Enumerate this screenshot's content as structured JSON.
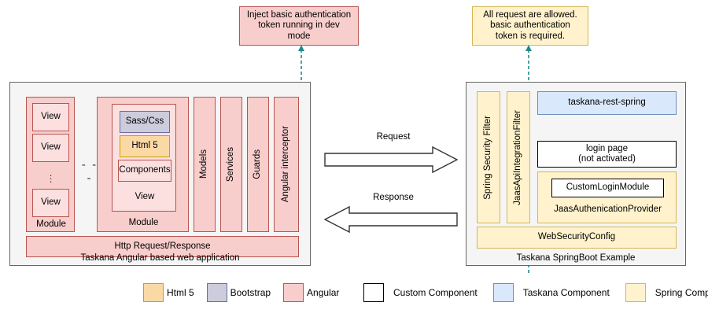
{
  "annotations": [
    {
      "id": "inject-token",
      "text": "Inject basic authentication\ntoken running in dev\nmode",
      "style": "angular"
    },
    {
      "id": "all-requests",
      "text": "All request are allowed.\nbasic authentication\ntoken is required.",
      "style": "spring"
    }
  ],
  "left_panel": {
    "caption": "Taskana Angular based web application",
    "module_a": {
      "label": "Module",
      "views": [
        "View",
        "View",
        "View"
      ],
      "ellipsis": "vertical-dots"
    },
    "ellipsis_between_modules": "- - -",
    "module_b": {
      "label": "Module",
      "view_label": "View",
      "children": [
        {
          "label": "Sass/Css",
          "style": "bootstrap"
        },
        {
          "label": "Html 5",
          "style": "html5"
        },
        {
          "label": "Components",
          "style": "angular"
        }
      ]
    },
    "columns": [
      "Models",
      "Services",
      "Guards",
      "Angular interceptor"
    ],
    "http_bar": "Http Request/Response"
  },
  "arrows": {
    "request_label": "Request",
    "response_label": "Response"
  },
  "right_panel": {
    "caption": "Taskana SpringBoot Example",
    "filters": [
      "Spring Security Filter",
      "JaasApiIntegrationFilter"
    ],
    "rest": "taskana-rest-spring",
    "login_page": "login page\n(not activated)",
    "auth_provider": {
      "label": "JaasAuthenicationProvider",
      "child": "CustomLoginModule"
    },
    "web_security_config": "WebSecurityConfig"
  },
  "legend": {
    "group_left": [
      {
        "label": "Html 5",
        "fill": "#fad9a5",
        "stroke": "#d79b00"
      },
      {
        "label": "Bootstrap",
        "fill": "#ccccdd",
        "stroke": "#6c6c9c"
      },
      {
        "label": "Angular",
        "fill": "#f8cecc",
        "stroke": "#b85450"
      }
    ],
    "group_right": [
      {
        "label": "Custom Component",
        "fill": "#ffffff",
        "stroke": "#000000"
      },
      {
        "label": "Taskana Component",
        "fill": "#dae8fc",
        "stroke": "#6c8ebf"
      },
      {
        "label": "Spring Component",
        "fill": "#fff2cc",
        "stroke": "#d6b656"
      }
    ]
  },
  "colors": {
    "angular_fill": "#f8cecc",
    "angular_stroke": "#b85450",
    "bootstrap_fill": "#ccccdd",
    "bootstrap_stroke": "#6c6c9c",
    "html5_fill": "#fad9a5",
    "html5_stroke": "#d79b00",
    "spring_fill": "#fff2cc",
    "spring_stroke": "#d6b656",
    "taskana_fill": "#dae8fc",
    "taskana_stroke": "#6c8ebf",
    "panel_fill": "#f5f5f5",
    "panel_stroke": "#666666",
    "dashed_connector": "#1f8a8a"
  }
}
